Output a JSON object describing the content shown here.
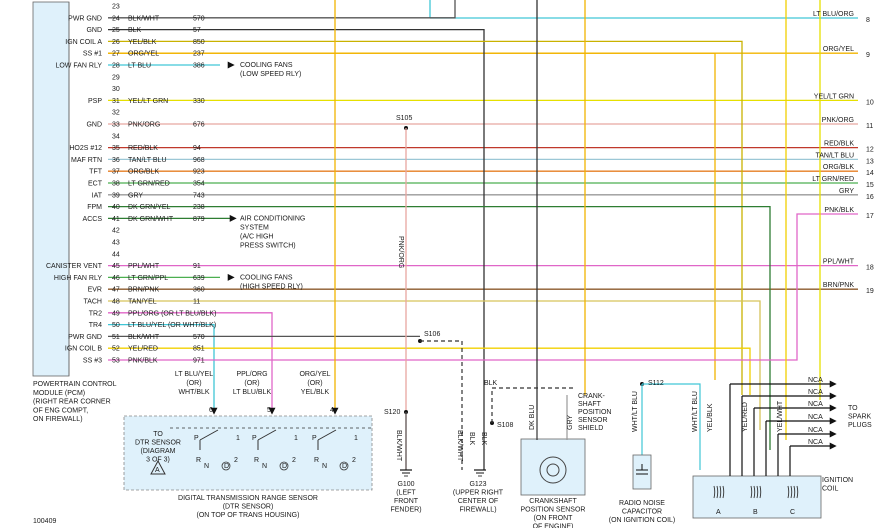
{
  "pcm": {
    "title_lines": [
      "POWERTRAIN CONTROL",
      "MODULE (PCM)",
      "(RIGHT REAR CORNER",
      "OF ENG COMPT,",
      "ON FIREWALL)"
    ],
    "pins": [
      {
        "num": "23",
        "label": "",
        "wire": "",
        "circuit": ""
      },
      {
        "num": "24",
        "label": "PWR GND",
        "wire": "BLK/WHT",
        "circuit": "570"
      },
      {
        "num": "25",
        "label": "GND",
        "wire": "BLK",
        "circuit": "57"
      },
      {
        "num": "26",
        "label": "IGN COIL A",
        "wire": "YEL/BLK",
        "circuit": "850"
      },
      {
        "num": "27",
        "label": "SS #1",
        "wire": "ORG/YEL",
        "circuit": "237"
      },
      {
        "num": "28",
        "label": "LOW FAN RLY",
        "wire": "LT BLU",
        "circuit": "386"
      },
      {
        "num": "29",
        "label": "",
        "wire": "",
        "circuit": ""
      },
      {
        "num": "30",
        "label": "",
        "wire": "",
        "circuit": ""
      },
      {
        "num": "31",
        "label": "PSP",
        "wire": "YEL/LT GRN",
        "circuit": "330"
      },
      {
        "num": "32",
        "label": "",
        "wire": "",
        "circuit": ""
      },
      {
        "num": "33",
        "label": "GND",
        "wire": "PNK/ORG",
        "circuit": "676"
      },
      {
        "num": "34",
        "label": "",
        "wire": "",
        "circuit": ""
      },
      {
        "num": "35",
        "label": "HO2S #12",
        "wire": "RED/BLK",
        "circuit": "94"
      },
      {
        "num": "36",
        "label": "MAF RTN",
        "wire": "TAN/LT BLU",
        "circuit": "968"
      },
      {
        "num": "37",
        "label": "TFT",
        "wire": "ORG/BLK",
        "circuit": "923"
      },
      {
        "num": "38",
        "label": "ECT",
        "wire": "LT GRN/RED",
        "circuit": "354"
      },
      {
        "num": "39",
        "label": "IAT",
        "wire": "GRY",
        "circuit": "743"
      },
      {
        "num": "40",
        "label": "FPM",
        "wire": "DK GRN/YEL",
        "circuit": "238"
      },
      {
        "num": "41",
        "label": "ACCS",
        "wire": "DK GRN/WHT",
        "circuit": "879"
      },
      {
        "num": "42",
        "label": "",
        "wire": "",
        "circuit": ""
      },
      {
        "num": "43",
        "label": "",
        "wire": "",
        "circuit": ""
      },
      {
        "num": "44",
        "label": "",
        "wire": "",
        "circuit": ""
      },
      {
        "num": "45",
        "label": "CANISTER VENT",
        "wire": "PPL/WHT",
        "circuit": "91"
      },
      {
        "num": "46",
        "label": "HIGH FAN RLY",
        "wire": "LT GRN/PPL",
        "circuit": "639"
      },
      {
        "num": "47",
        "label": "EVR",
        "wire": "BRN/PNK",
        "circuit": "360"
      },
      {
        "num": "48",
        "label": "TACH",
        "wire": "TAN/YEL",
        "circuit": "11"
      },
      {
        "num": "49",
        "label": "TR2",
        "wire": "PPL/ORG (OR LT BLU/BLK)",
        "circuit": ""
      },
      {
        "num": "50",
        "label": "TR4",
        "wire": "LT BLU/YEL (OR WHT/BLK)",
        "circuit": ""
      },
      {
        "num": "51",
        "label": "PWR GND",
        "wire": "BLK/WHT",
        "circuit": "570"
      },
      {
        "num": "52",
        "label": "IGN COIL B",
        "wire": "YEL/RED",
        "circuit": "851"
      },
      {
        "num": "53",
        "label": "SS #3",
        "wire": "PNK/BLK",
        "circuit": "971"
      }
    ]
  },
  "right_labels": [
    {
      "text": "LT BLU/ORG",
      "num": "8"
    },
    {
      "text": "ORG/YEL",
      "num": "9"
    },
    {
      "text": "YEL/LT GRN",
      "num": "10"
    },
    {
      "text": "PNK/ORG",
      "num": "11"
    },
    {
      "text": "RED/BLK",
      "num": "12"
    },
    {
      "text": "TAN/LT BLU",
      "num": "13"
    },
    {
      "text": "ORG/BLK",
      "num": "14"
    },
    {
      "text": "LT GRN/RED",
      "num": "15"
    },
    {
      "text": "GRY",
      "num": "16"
    },
    {
      "text": "PNK/BLK",
      "num": "17"
    },
    {
      "text": "PPL/WHT",
      "num": "18"
    },
    {
      "text": "BRN/PNK",
      "num": "19"
    }
  ],
  "notes": {
    "cooling_low": [
      "COOLING FANS",
      "(LOW SPEED RLY)"
    ],
    "ac_switch": [
      "AIR CONDITIONING",
      "SYSTEM",
      "(A/C HIGH",
      "PRESS SWITCH)"
    ],
    "cooling_high": [
      "COOLING FANS",
      "(HIGH SPEED RLY)"
    ]
  },
  "splices": {
    "s105": "S105",
    "s106": "S106",
    "s108": "S108",
    "s112": "S112",
    "s120": "S120"
  },
  "vertical_wires": {
    "pnk_org": "PNK/ORG",
    "blk_wht_g100": "BLK/WHT",
    "blk_wht_g123": "BLK/WHT",
    "blk_a": "BLK",
    "blk_b": "BLK",
    "blk_top": "BLK",
    "dk_blu": "DK BLU",
    "gry": "GRY",
    "wht_lt_blu_cap": "WHT/LT BLU",
    "wht_lt_blu_coil": "WHT/LT BLU",
    "yel_blk": "YEL/BLK",
    "yel_red": "YEL/RED",
    "yel_wht": "YEL/WHT"
  },
  "dtr": {
    "wire_labels": [
      {
        "pin": "6",
        "lines": [
          "LT BLU/YEL",
          "(OR)",
          "WHT/BLK"
        ]
      },
      {
        "pin": "5",
        "lines": [
          "PPL/ORG",
          "(OR)",
          "LT BLU/BLK"
        ]
      },
      {
        "pin": "4",
        "lines": [
          "ORG/YEL",
          "(OR)",
          "YEL/BLK"
        ]
      }
    ],
    "to_lines": [
      "TO",
      "DTR SENSOR",
      "(DIAGRAM",
      "3 OF 3)"
    ],
    "ref_letter": "A",
    "caption": [
      "DIGITAL TRANSMISSION RANGE SENSOR",
      "(DTR SENSOR)",
      "(ON TOP OF TRANS HOUSING)"
    ],
    "gear_letters": [
      "P",
      "R",
      "N",
      "D",
      "2",
      "1"
    ]
  },
  "grounds": {
    "g100": [
      "G100",
      "(LEFT",
      "FRONT",
      "FENDER)"
    ],
    "g123": [
      "G123",
      "(UPPER RIGHT",
      "CENTER OF",
      "FIREWALL)"
    ]
  },
  "ckp": {
    "shield": [
      "CRANK-",
      "SHAFT",
      "POSITION",
      "SENSOR",
      "SHIELD"
    ],
    "caption": [
      "CRANKSHAFT",
      "POSITION SENSOR",
      "(ON FRONT",
      "OF ENGINE)"
    ]
  },
  "capacitor": {
    "caption": [
      "RADIO NOISE",
      "CAPACITOR",
      "(ON IGNITION COIL)"
    ]
  },
  "coil": {
    "nca": [
      "NCA",
      "NCA",
      "NCA",
      "NCA",
      "NCA",
      "NCA"
    ],
    "to_plugs": [
      "TO",
      "SPARK",
      "PLUGS"
    ],
    "caption": [
      "IGNITION",
      "COIL"
    ],
    "terminals": [
      "A",
      "B",
      "C"
    ]
  },
  "figure_id": "100409"
}
